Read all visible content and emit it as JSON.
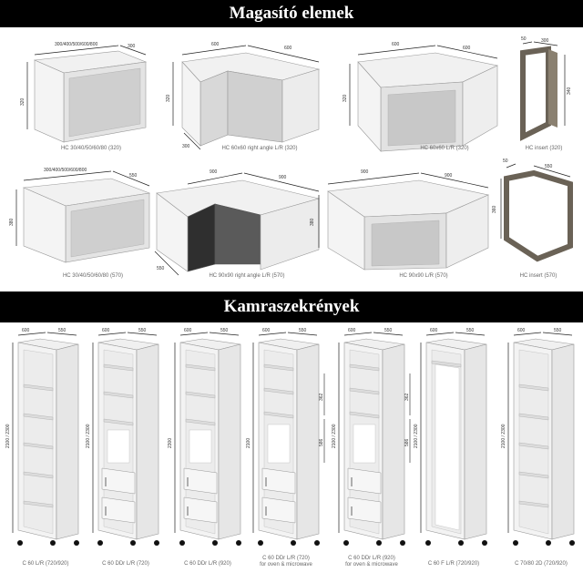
{
  "sections": {
    "top_title": "Magasító elemek",
    "bottom_title": "Kamraszekrények"
  },
  "wall_units": [
    {
      "caption": "HC 30/40/50/60/80 (320)",
      "w": "300/400/500/600/800",
      "d": "300",
      "h": "320"
    },
    {
      "caption": "HC 60x60 right angle L/R (320)",
      "w": "600",
      "d": "600",
      "h": "320",
      "d2": "300"
    },
    {
      "caption": "HC 60x60 L/R (320)",
      "w": "600",
      "d": "600",
      "h": "320"
    },
    {
      "caption": "HC insert (320)",
      "w": "50",
      "d": "300",
      "h": "340"
    },
    {
      "caption": "HC 30/40/50/60/80 (570)",
      "w": "300/400/500/600/800",
      "d": "550",
      "h": "380"
    },
    {
      "caption": "HC 90x90 right angle L/R (570)",
      "w": "900",
      "d": "900",
      "h": "380",
      "d2": "550"
    },
    {
      "caption": "HC 90x90 L/R (570)",
      "w": "900",
      "d": "900",
      "h": "380"
    },
    {
      "caption": "HC insert (570)",
      "w": "50",
      "d": "550",
      "h": "360"
    }
  ],
  "tall_units": [
    {
      "caption": "C 60 L/R (720/920)",
      "w": "600",
      "d": "550",
      "h": "2100 / 2300"
    },
    {
      "caption": "C 60 DDr L/R (720)",
      "w": "600",
      "d": "550",
      "h": "2100 / 2300"
    },
    {
      "caption": "C 60 DDr L/R (920)",
      "w": "600",
      "d": "550",
      "h": "2300"
    },
    {
      "caption": "C 60 DDr L/R (720)",
      "caption2": "for oven & microwave",
      "w": "600",
      "d": "550",
      "h": "2100",
      "h1": "362",
      "h2": "586"
    },
    {
      "caption": "C 60 DDr L/R (920)",
      "caption2": "for oven & microwave",
      "w": "600",
      "d": "550",
      "h": "2100 / 2300",
      "h1": "362",
      "h2": "586"
    },
    {
      "caption": "C 60 F L/R (720/920)",
      "w": "600",
      "d": "550",
      "h": "2100 / 2300"
    },
    {
      "caption": "C 70/80 2D (720/920)",
      "w": "600",
      "d": "550",
      "h": "2100 / 2300"
    }
  ]
}
